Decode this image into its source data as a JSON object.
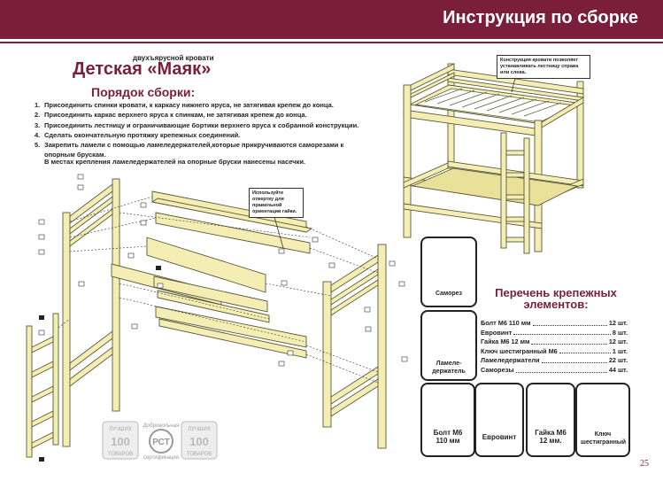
{
  "header": {
    "title": "Инструкция по сборке"
  },
  "intro": {
    "subtitle": "двухъярусной кровати",
    "title": "Детская «Маяк»"
  },
  "steps_heading": "Порядок сборки:",
  "steps": [
    {
      "n": "1.",
      "text": "Присоединить спинки кровати, к каркасу нижнего яруса, не затягивая крепеж до конца."
    },
    {
      "n": "2.",
      "text": "Присоединить каркас верхнего яруса к спинкам, не затягивая крепеж до конца."
    },
    {
      "n": "3.",
      "text": "Присоединить лестницу и ограничивающие бортики верхнего яруса к собранной конструкции."
    },
    {
      "n": "4.",
      "text": "Сделать окончательную протяжку крепежных соединений."
    },
    {
      "n": "5.",
      "text": "Закрепить ламели с помощью ламеледержателей,которые прикручиваются саморезами к опорным брускам."
    }
  ],
  "steps_note": "В местах крепления ламеледержателей на опорные бруски нанесены насечки.",
  "callouts": {
    "ladder": "Конструкция кровати позволяет устанавливать лестницу справа или слева.",
    "screwdriver": "Используйте отвертку для правильной ориентации гайки."
  },
  "parts_heading": "Перечень крепежных элементов:",
  "parts": [
    {
      "name": "Болт М6  110 мм",
      "qty": "12 шт."
    },
    {
      "name": "Евровинт",
      "qty": "8 шт."
    },
    {
      "name": "Гайка М6  12 мм",
      "qty": "12 шт."
    },
    {
      "name": "Ключ шестигранный М6",
      "qty": "1 шт."
    },
    {
      "name": "Ламеледержатели",
      "qty": "22 шт."
    },
    {
      "name": "Саморезы",
      "qty": "44 шт."
    }
  ],
  "cards": {
    "screw": "Саморез",
    "holder": "Ламеле-держатель",
    "bolt": "Болт М6 110 мм",
    "eurovint": "Евровинт",
    "nut": "Гайка М6 12 мм.",
    "key": "Ключ шестигранный"
  },
  "certs": {
    "best_top": "ЛУЧШИХ",
    "best_num": "100",
    "best_bottom": "ТОВАРОВ",
    "voluntary": "Добровольная",
    "certification": "сертификация",
    "rst": "РСТ"
  },
  "page_number": "25",
  "colors": {
    "accent": "#7a1e3a",
    "wood": "#f4eeb4",
    "wood_stroke": "#5a5a3a"
  }
}
